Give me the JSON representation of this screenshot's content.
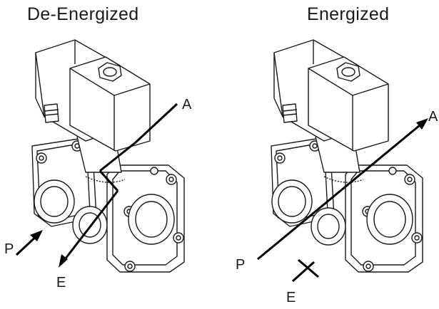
{
  "states": [
    {
      "title": "De-Energized",
      "ports": {
        "a": "A",
        "p": "P",
        "e": "E"
      }
    },
    {
      "title": "Energized",
      "ports": {
        "a": "A",
        "p": "P",
        "e": "E"
      }
    }
  ]
}
